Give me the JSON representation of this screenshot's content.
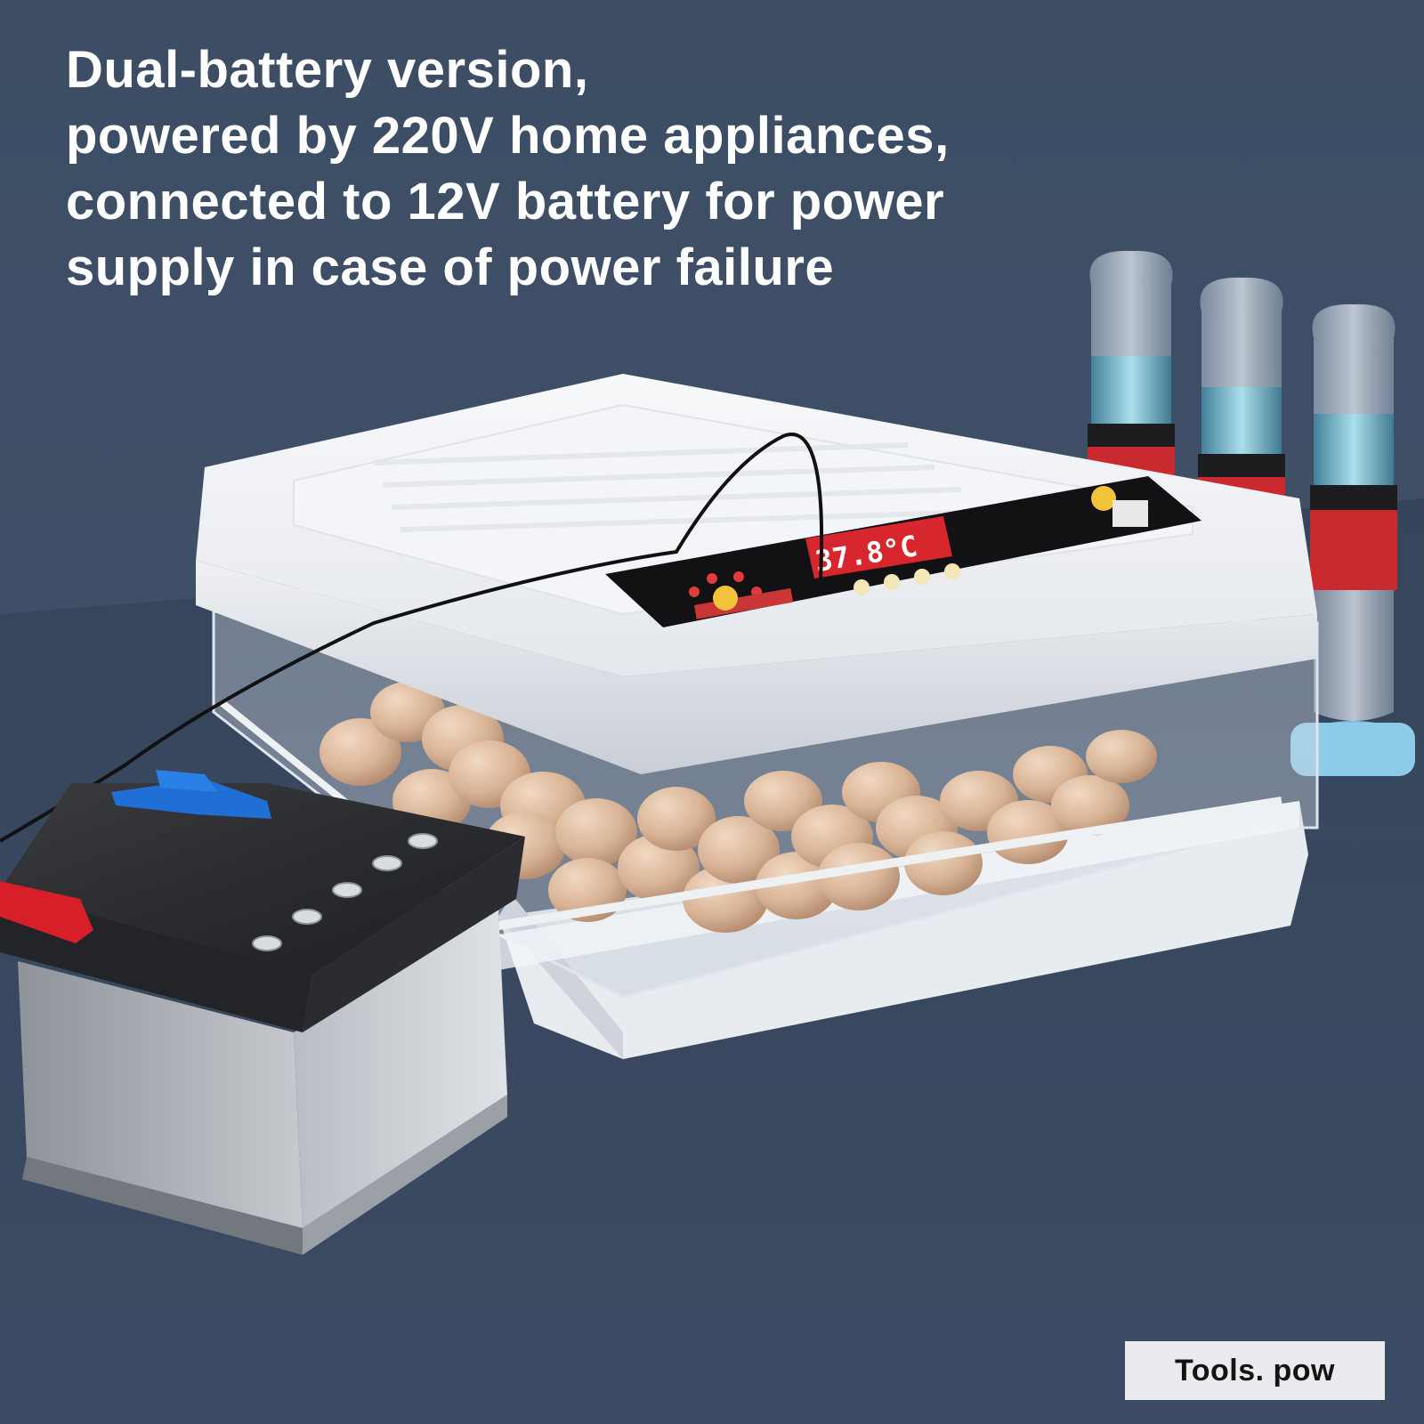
{
  "headline": {
    "line1": "Dual-battery version,",
    "line2": "powered by 220V home appliances,",
    "line3": "connected to 12V battery for power",
    "line4": "supply in case of power failure"
  },
  "display": {
    "temperature": "37.8°C"
  },
  "brand": {
    "label": "Tools. pow"
  },
  "colors": {
    "background": "#3f5068",
    "headline_text": "#ffffff",
    "display_red": "#d8262e",
    "clip_red": "#d71f29",
    "clip_blue": "#1f6fd6",
    "brand_box": "#e9ebee"
  },
  "icons": {
    "incubator": "egg-incubator",
    "battery": "car-battery",
    "bottles": "water-bottles"
  }
}
